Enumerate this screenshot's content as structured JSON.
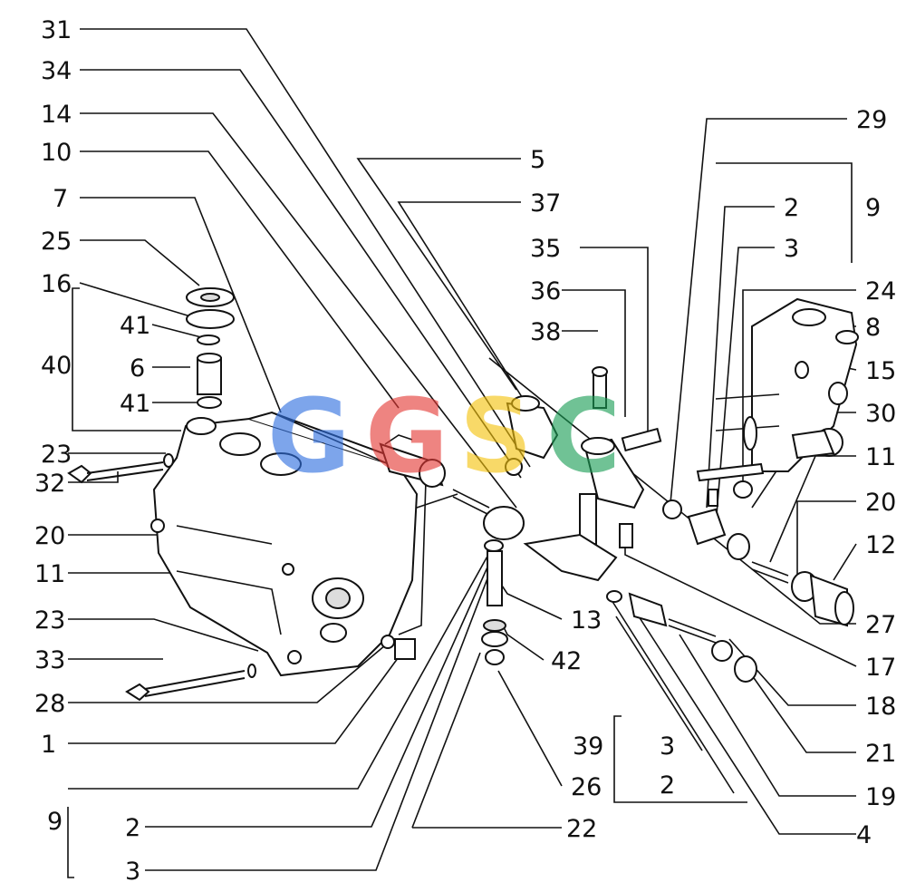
{
  "labels_left": [
    "31",
    "34",
    "14",
    "10",
    "7",
    "25",
    "16",
    "41",
    "6",
    "41",
    "40",
    "23",
    "32",
    "20",
    "11",
    "23",
    "33",
    "28",
    "1",
    "9",
    "2",
    "3"
  ],
  "labels_right": [
    "5",
    "37",
    "35",
    "36",
    "38",
    "29",
    "2",
    "3",
    "9",
    "24",
    "8",
    "15",
    "30",
    "11",
    "20",
    "12",
    "27",
    "13",
    "42",
    "17",
    "18",
    "21",
    "19",
    "4",
    "26",
    "22",
    "39",
    "3",
    "2"
  ],
  "watermark": {
    "letters": [
      "G",
      "G",
      "S",
      "C"
    ],
    "colors": [
      "#2f6fe0",
      "#e53935",
      "#f4c20d",
      "#1a9e55"
    ]
  }
}
